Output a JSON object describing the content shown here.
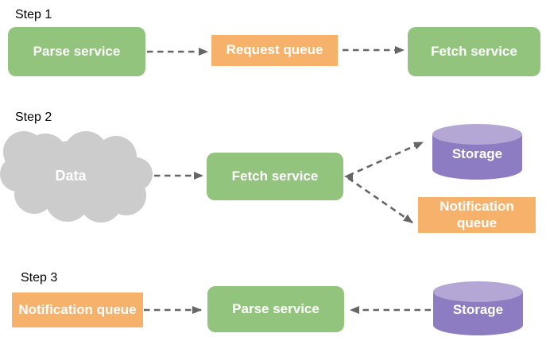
{
  "palette": {
    "service_green": "#93C47D",
    "queue_orange": "#F6B26B",
    "storage_purple": "#8E7CC3",
    "storage_purple_top": "#B4A7D6",
    "cloud_gray": "#CCCCCC",
    "arrow_gray": "#666666",
    "step_label_black": "#000000",
    "node_text_white": "#FFFFFF"
  },
  "steps": {
    "step1": {
      "label": "Step 1",
      "nodes": {
        "parse_service": "Parse service",
        "request_queue": "Request queue",
        "fetch_service": "Fetch service"
      },
      "edges": [
        {
          "from": "Parse service",
          "to": "Request queue",
          "style": "dashed"
        },
        {
          "from": "Request queue",
          "to": "Fetch service",
          "style": "dashed"
        }
      ]
    },
    "step2": {
      "label": "Step 2",
      "nodes": {
        "data": "Data",
        "fetch_service": "Fetch service",
        "storage": "Storage",
        "notification_queue": "Notification queue"
      },
      "edges": [
        {
          "from": "Data",
          "to": "Fetch service",
          "style": "dashed"
        },
        {
          "from": "Fetch service",
          "to": "Storage",
          "style": "dashed",
          "bidirectional": true
        },
        {
          "from": "Fetch service",
          "to": "Notification queue",
          "style": "dashed"
        }
      ]
    },
    "step3": {
      "label": "Step 3",
      "nodes": {
        "notification_queue": "Notification queue",
        "parse_service": "Parse service",
        "storage": "Storage"
      },
      "edges": [
        {
          "from": "Notification queue",
          "to": "Parse service",
          "style": "dashed"
        },
        {
          "from": "Storage",
          "to": "Parse service",
          "style": "dashed"
        }
      ]
    }
  }
}
